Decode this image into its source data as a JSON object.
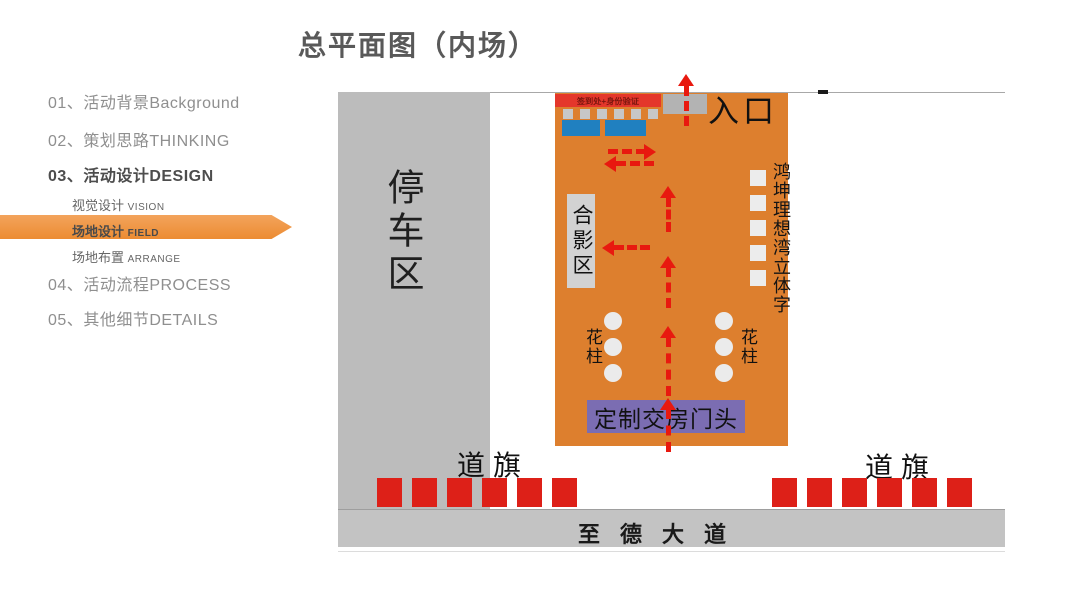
{
  "slide": {
    "title": "总平面图（内场）"
  },
  "sidebar": {
    "items": [
      {
        "num": "01、",
        "label": "活动背景Background"
      },
      {
        "num": "02、",
        "label": "策划思路THINKING"
      },
      {
        "num": "03、",
        "label": "活动设计DESIGN"
      },
      {
        "num": "04、",
        "label": "活动流程PROCESS"
      },
      {
        "num": "05、",
        "label": "其他细节DETAILS"
      }
    ],
    "sub_items": [
      {
        "zh": "视觉设计",
        "en": "VISION"
      },
      {
        "zh": "场地设计",
        "en": "FIELD"
      },
      {
        "zh": "场地布置",
        "en": "ARRANGE"
      }
    ],
    "active_item": "03、活动设计DESIGN",
    "active_sub_item": "场地设计 FIELD"
  },
  "diagram": {
    "parking": {
      "label": "停车区"
    },
    "entrance": {
      "label": "入口"
    },
    "checkin": {
      "label": "签到处+身份验证"
    },
    "photo_area": {
      "label": "合影区"
    },
    "logo_wall": {
      "label": "鸿坤理想湾立体字",
      "square_count": 5
    },
    "flower_columns": {
      "left_label": "花柱",
      "right_label": "花柱",
      "columns_per_side": 3
    },
    "gate": {
      "label": "定制交房门头"
    },
    "road": {
      "label": "至德大道"
    },
    "road_flags": {
      "left_label": "道旗",
      "right_label": "道旗",
      "left_count": 6,
      "right_count": 6
    },
    "tables": {
      "count": 2,
      "chair_count": 6
    },
    "flow_arrows": {
      "style": "red-dashed",
      "directions": [
        "up-exit-entrance",
        "right",
        "left",
        "up",
        "left-to-photo-area",
        "up",
        "up",
        "up-through-gate"
      ]
    }
  },
  "colors": {
    "venue_orange": "#DD7F2E",
    "highlight_orange": "#EC8C32",
    "flow_red": "#E8190F",
    "flag_red": "#DD2018",
    "banner_red": "#E4372B",
    "banner_text": "#7A160E",
    "table_blue": "#2080C0",
    "gate_purple": "#7B6DB2",
    "parking_gray": "#BCBCBC",
    "road_gray": "#C3C3C3",
    "title_gray": "#595959"
  }
}
